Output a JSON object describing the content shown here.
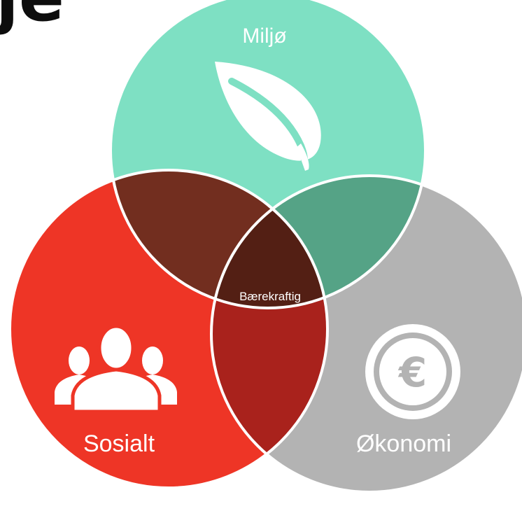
{
  "title_fragment": "je",
  "sets": {
    "environment": {
      "label": "Miljø",
      "icon": "leaf-icon",
      "color": "#7ee0c3"
    },
    "social": {
      "label": "Sosialt",
      "icon": "people-icon",
      "color": "#ee3526"
    },
    "economy": {
      "label": "Økonomi",
      "icon": "euro-icon",
      "color": "#b3b3b3"
    }
  },
  "overlaps": {
    "environment_social": {
      "color": "#722e1f"
    },
    "environment_economy": {
      "color": "#55a386"
    },
    "social_economy": {
      "color": "#a9221c"
    },
    "center": {
      "label": "Bærekraftig",
      "color": "#531f14"
    }
  },
  "colors": {
    "outline": "#ffffff",
    "background": "#ffffff"
  }
}
